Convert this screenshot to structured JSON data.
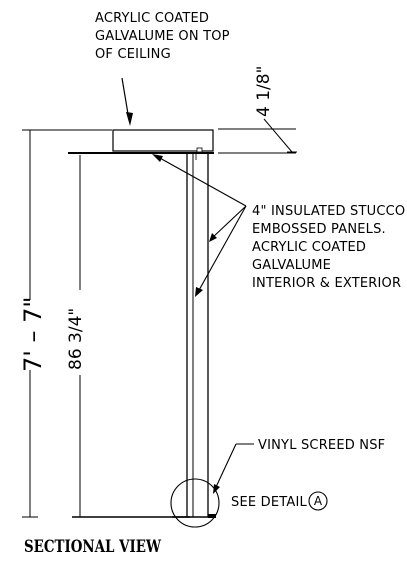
{
  "notes": {
    "ceiling": [
      "ACRYLIC COATED",
      "GALVALUME ON TOP",
      "OF CEILING"
    ],
    "panels": [
      "4\" INSULATED STUCCO",
      "EMBOSSED PANELS.",
      "ACRYLIC COATED",
      "GALVALUME",
      "INTERIOR & EXTERIOR"
    ],
    "screed": "VINYL SCREED NSF",
    "detail_label": "SEE DETAIL",
    "detail_ref": "A"
  },
  "dimensions": {
    "ceiling_thickness": "4 1/8\"",
    "overall_height": "7' – 7\"",
    "panel_height": "86 3/4\""
  },
  "title": "SECTIONAL VIEW"
}
